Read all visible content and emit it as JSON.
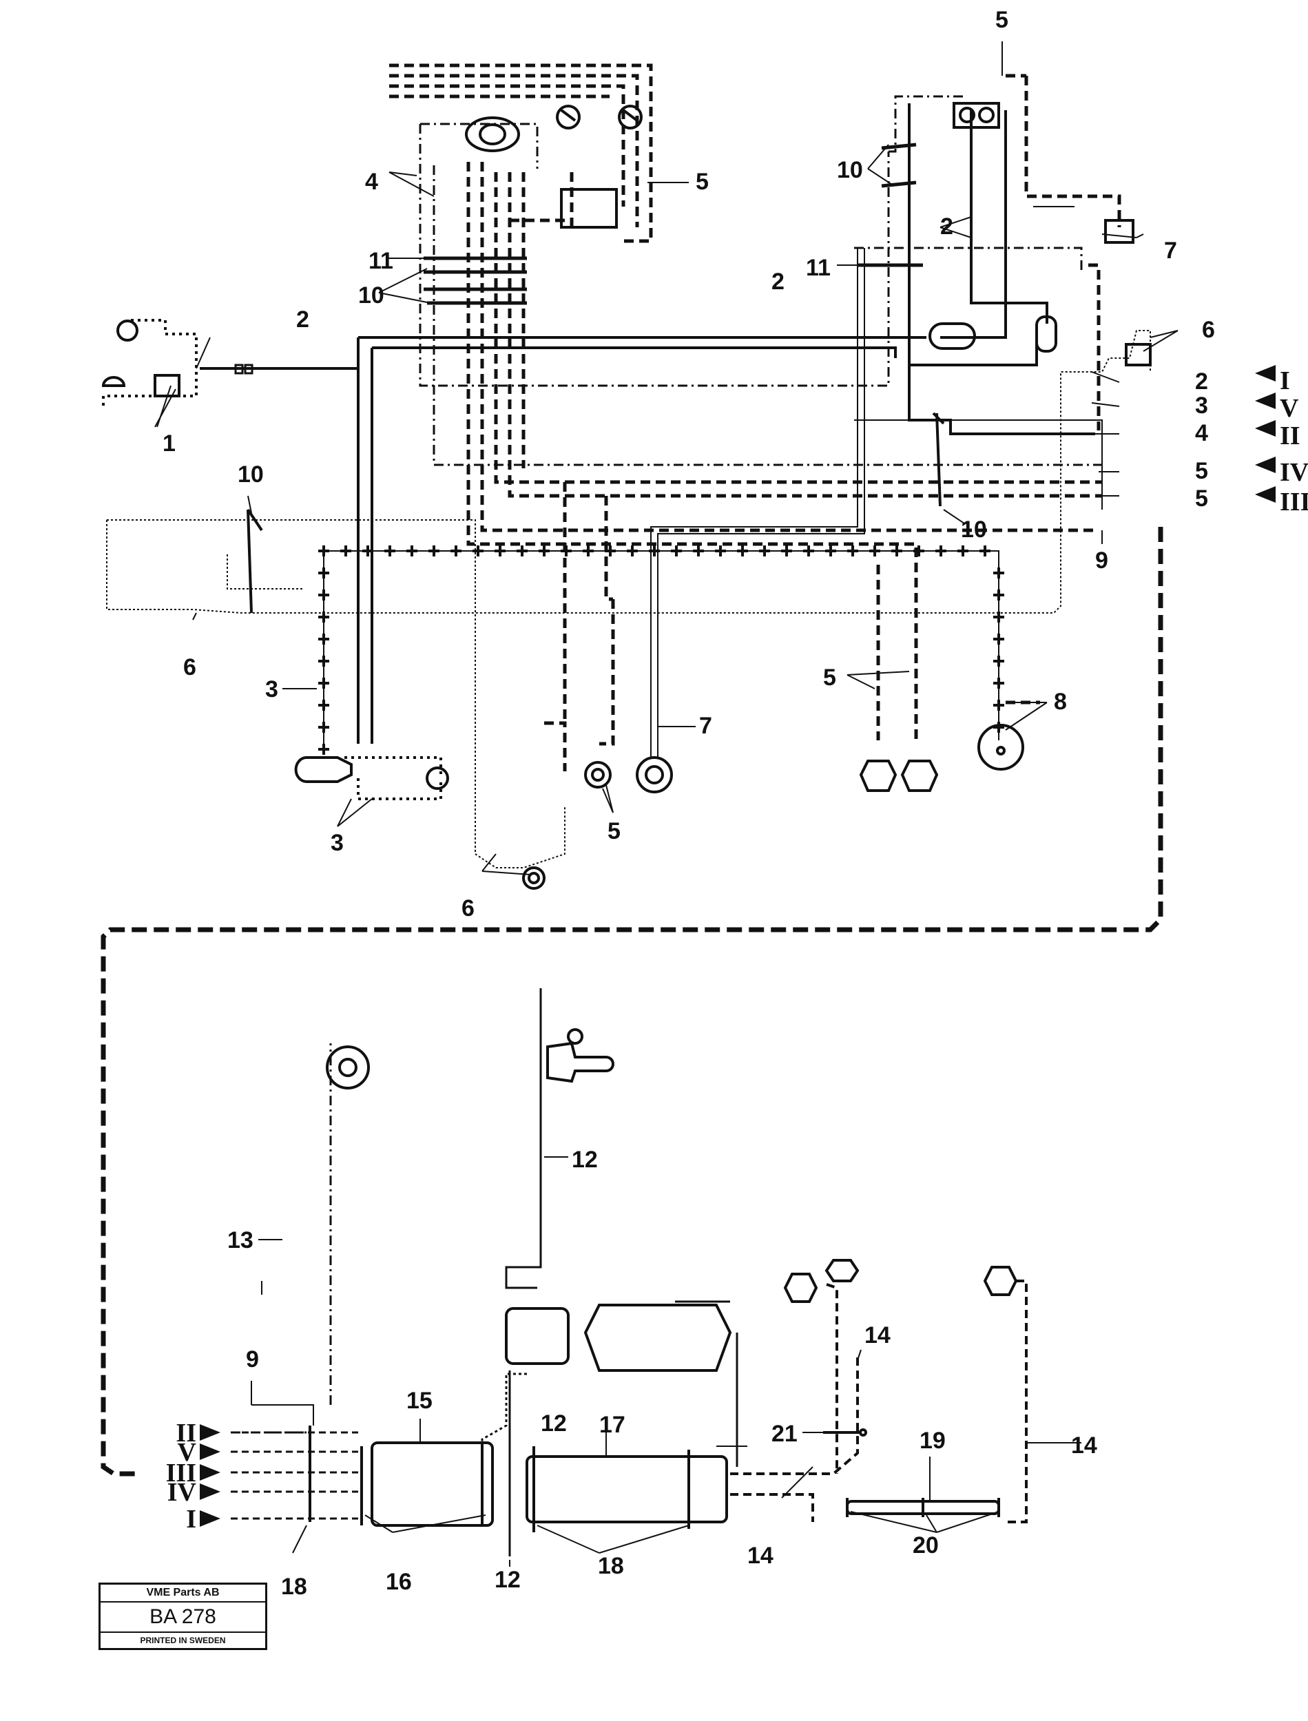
{
  "labels": {
    "n1": "1",
    "n2a": "2",
    "n2b": "2",
    "n2c": "2",
    "n2d": "2",
    "n3a": "3",
    "n3b": "3",
    "n3c": "3",
    "n4a": "4",
    "n4b": "4",
    "n5a": "5",
    "n5b": "5",
    "n5c": "5",
    "n5d": "5",
    "n5e": "5",
    "n5f": "5",
    "n6a": "6",
    "n6b": "6",
    "n6c": "6",
    "n7a": "7",
    "n7b": "7",
    "n8": "8",
    "n9a": "9",
    "n9b": "9",
    "n10a": "10",
    "n10b": "10",
    "n10c": "10",
    "n10d": "10",
    "n11a": "11",
    "n11b": "11",
    "n12a": "12",
    "n12b": "12",
    "n12c": "12",
    "n13": "13",
    "n14a": "14",
    "n14b": "14",
    "n14c": "14",
    "n15": "15",
    "n16": "16",
    "n17": "17",
    "n18a": "18",
    "n18b": "18",
    "n19": "19",
    "n20": "20",
    "n21": "21"
  },
  "circuits_top": [
    "I",
    "V",
    "II",
    "IV",
    "III"
  ],
  "circuits_bottom": [
    "II",
    "V",
    "III",
    "IV",
    "I"
  ],
  "stamp": {
    "company": "VME Parts AB",
    "code": "BA 278",
    "printed": "PRINTED IN SWEDEN"
  }
}
